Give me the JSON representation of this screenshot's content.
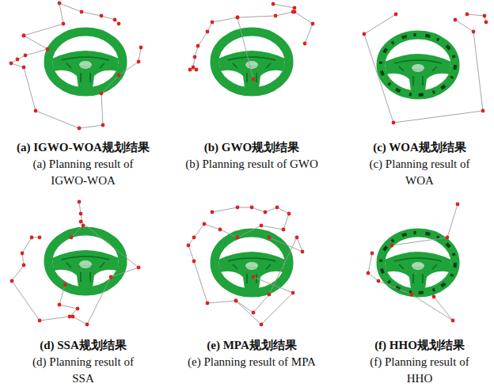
{
  "diagram": {
    "labels": [
      "(a) IGWO-WOA规划结果",
      "(a) Planning result of IGWO-WOA",
      "(b) GWO规划结果",
      "(b) Planning result of GWO",
      "(c) WOA规划结果",
      "(c) Planning result of WOA",
      "(d) SSA规划结果",
      "(d) Planning result of SSA",
      "(e) MPA规划结果",
      "(e) Planning result of MPA",
      "(f) HHO规划结果",
      "(f) Planning result of HHO"
    ]
  }
}
